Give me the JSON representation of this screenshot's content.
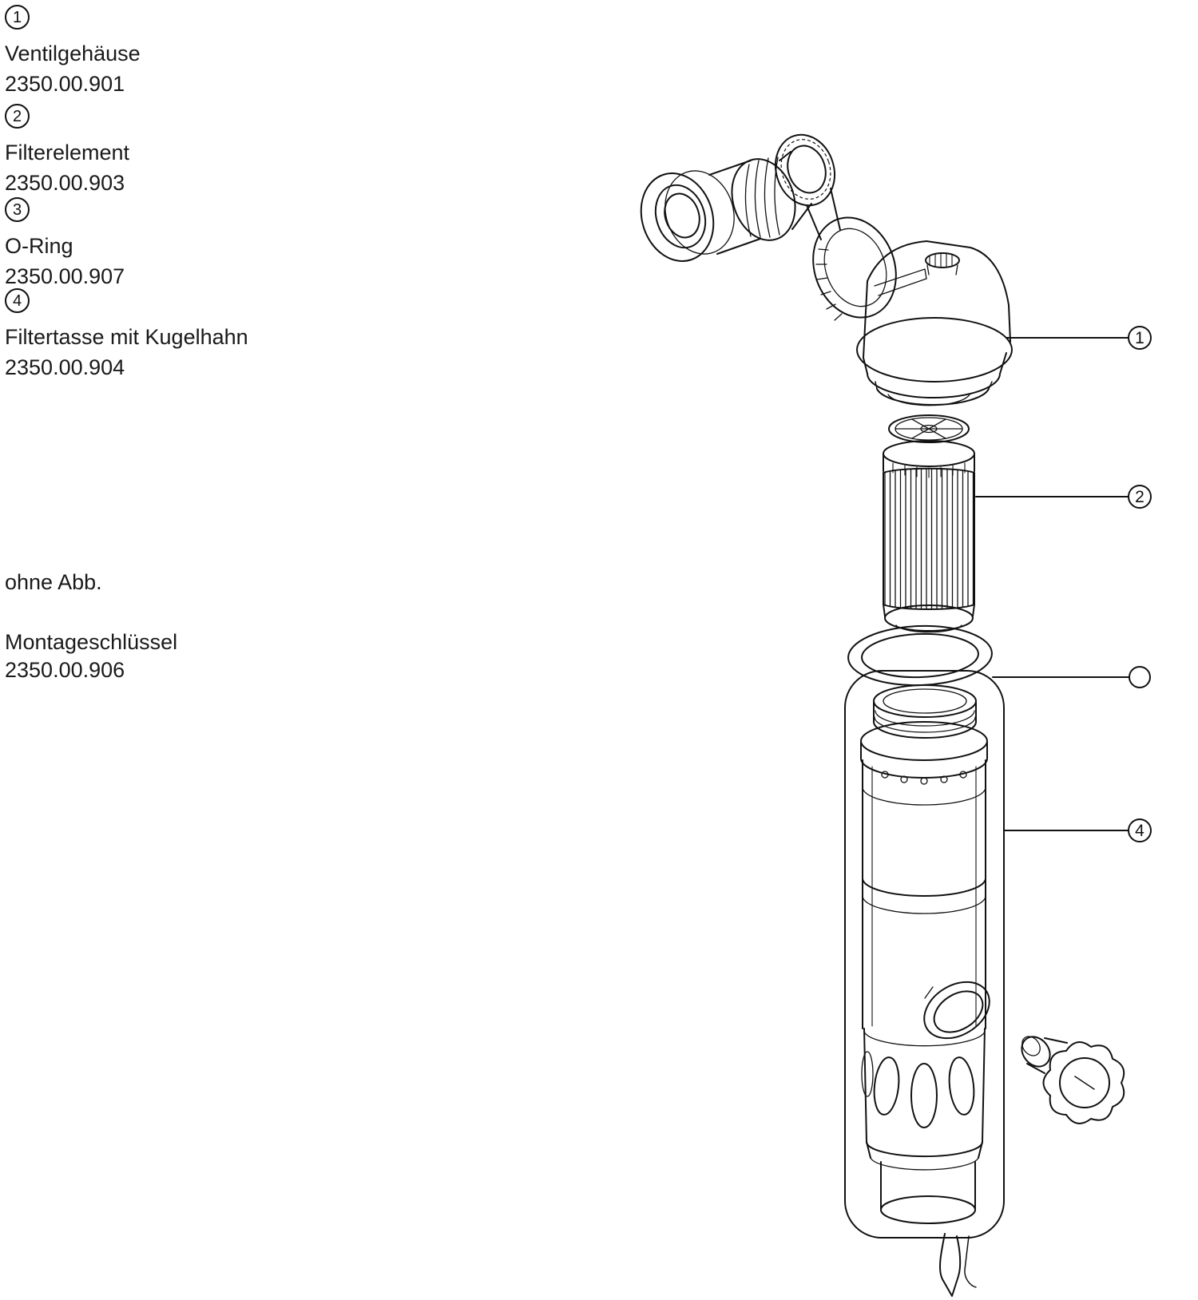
{
  "colors": {
    "line": "#111111",
    "background": "#ffffff"
  },
  "parts_list": {
    "items": [
      {
        "number": "1",
        "name": "Ventilgehäuse",
        "code": "2350.00.901"
      },
      {
        "number": "2",
        "name": "Filterelement",
        "code": "2350.00.903"
      },
      {
        "number": "3",
        "name": "O-Ring",
        "code": "2350.00.907"
      },
      {
        "number": "4",
        "name": "Filtertasse mit Kugelhahn",
        "code": "2350.00.904"
      }
    ],
    "without_illustration": {
      "heading": "ohne Abb.",
      "name": "Montageschlüssel",
      "code": "2350.00.906"
    }
  },
  "diagram": {
    "callouts": [
      {
        "number": "1"
      },
      {
        "number": "2"
      },
      {
        "number": ""
      },
      {
        "number": "4"
      }
    ]
  }
}
